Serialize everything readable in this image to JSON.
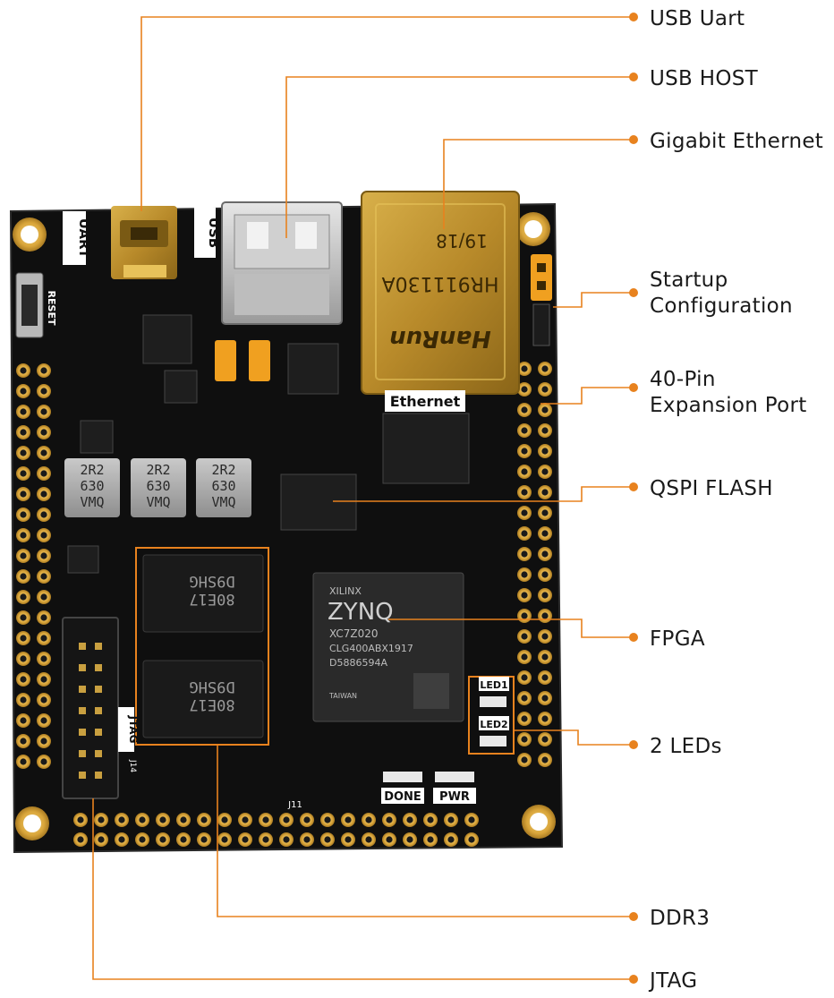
{
  "colors": {
    "leader_line": "#e8821e",
    "pcb": "#101010",
    "gold": "#d9a53a",
    "label_text": "#1a1a1a"
  },
  "callouts": {
    "usb_uart": "USB Uart",
    "usb_host": "USB HOST",
    "gigabit_ethernet": "Gigabit Ethernet",
    "startup_config_line1": "Startup",
    "startup_config_line2": "Configuration",
    "expansion_line1": "40-Pin",
    "expansion_line2": "Expansion Port",
    "qspi_flash": "QSPI FLASH",
    "fpga": "FPGA",
    "leds": "2 LEDs",
    "ddr3": "DDR3",
    "jtag": "JTAG"
  },
  "board": {
    "silk_uart": "UART",
    "silk_usb": "USB",
    "silk_reset": "RESET",
    "silk_ethernet": "Ethernet",
    "silk_jtag": "JTAG",
    "silk_done": "DONE",
    "silk_pwr": "PWR",
    "silk_led1": "LED1",
    "silk_led2": "LED2",
    "silk_j11": "J11",
    "silk_j14": "J14",
    "rj45_brand": "HanRun",
    "rj45_part": "HR911130A",
    "rj45_date": "19/18",
    "inductor_line1": "2R2",
    "inductor_line2": "630",
    "inductor_line3": "VMQ",
    "ddr_line1": "D9SHG",
    "ddr_line2": "80E17",
    "fpga_vendor": "XILINX",
    "fpga_family": "ZYNQ",
    "fpga_part": "XC7Z020",
    "fpga_package": "CLG400ABX1917",
    "fpga_lot": "D5886594A",
    "fpga_origin": "TAIWAN"
  }
}
